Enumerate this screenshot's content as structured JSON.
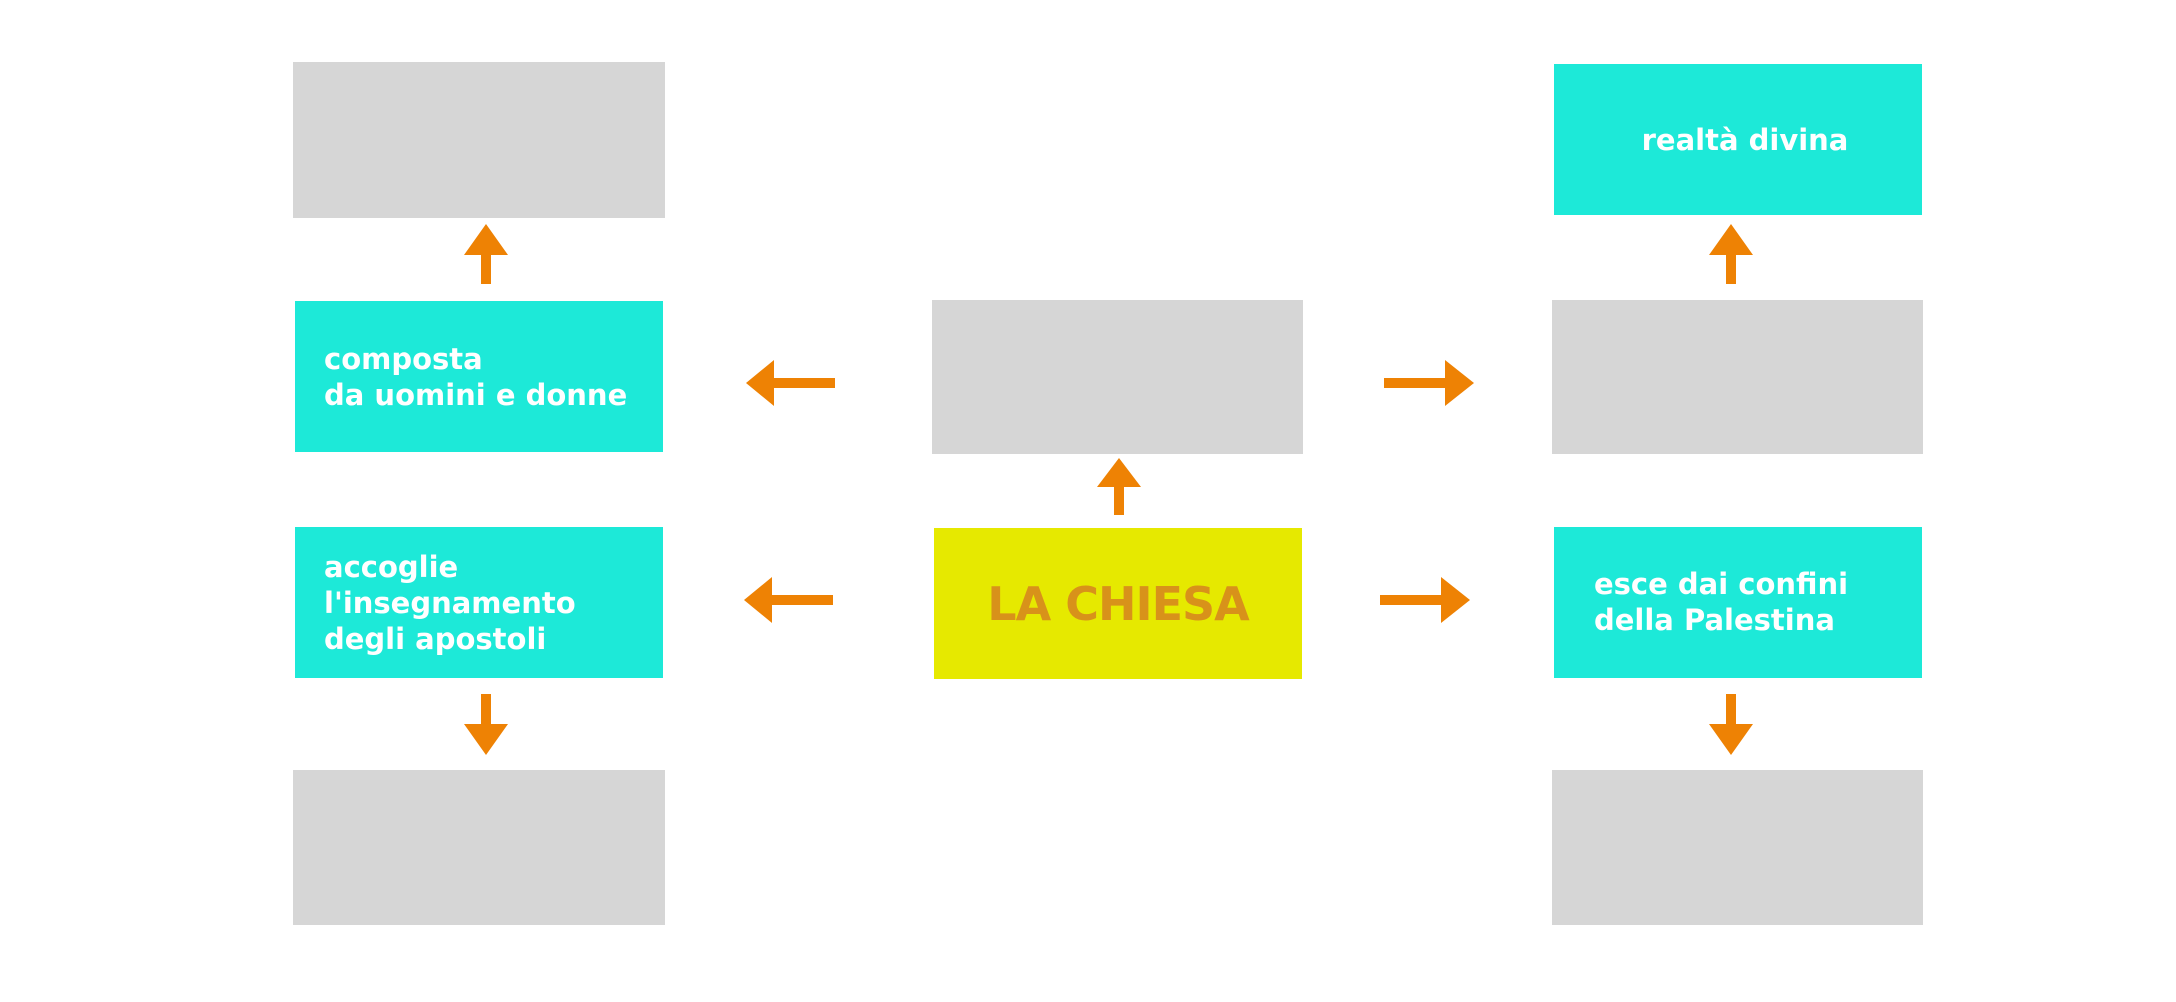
{
  "diagram": {
    "center": {
      "label": "LA CHIESA"
    },
    "boxes": {
      "left_top_empty": {
        "label": ""
      },
      "left_middle": {
        "label": "composta\nda uomini e donne"
      },
      "left_lower": {
        "label": "accoglie\nl'insegnamento\ndegli apostoli"
      },
      "left_bottom_empty": {
        "label": ""
      },
      "center_top_empty": {
        "label": ""
      },
      "right_top": {
        "label": "realtà divina"
      },
      "right_middle_empty": {
        "label": ""
      },
      "right_lower": {
        "label": "esce dai confini\ndella Palestina"
      },
      "right_bottom_empty": {
        "label": ""
      }
    }
  },
  "colors": {
    "cyan_box": "#1de9d8",
    "gray_box": "#d6d6d6",
    "yellow_box": "#e6e900",
    "center_text": "#d8921a",
    "arrow": "#ee8204",
    "box_text": "#ffffff"
  }
}
